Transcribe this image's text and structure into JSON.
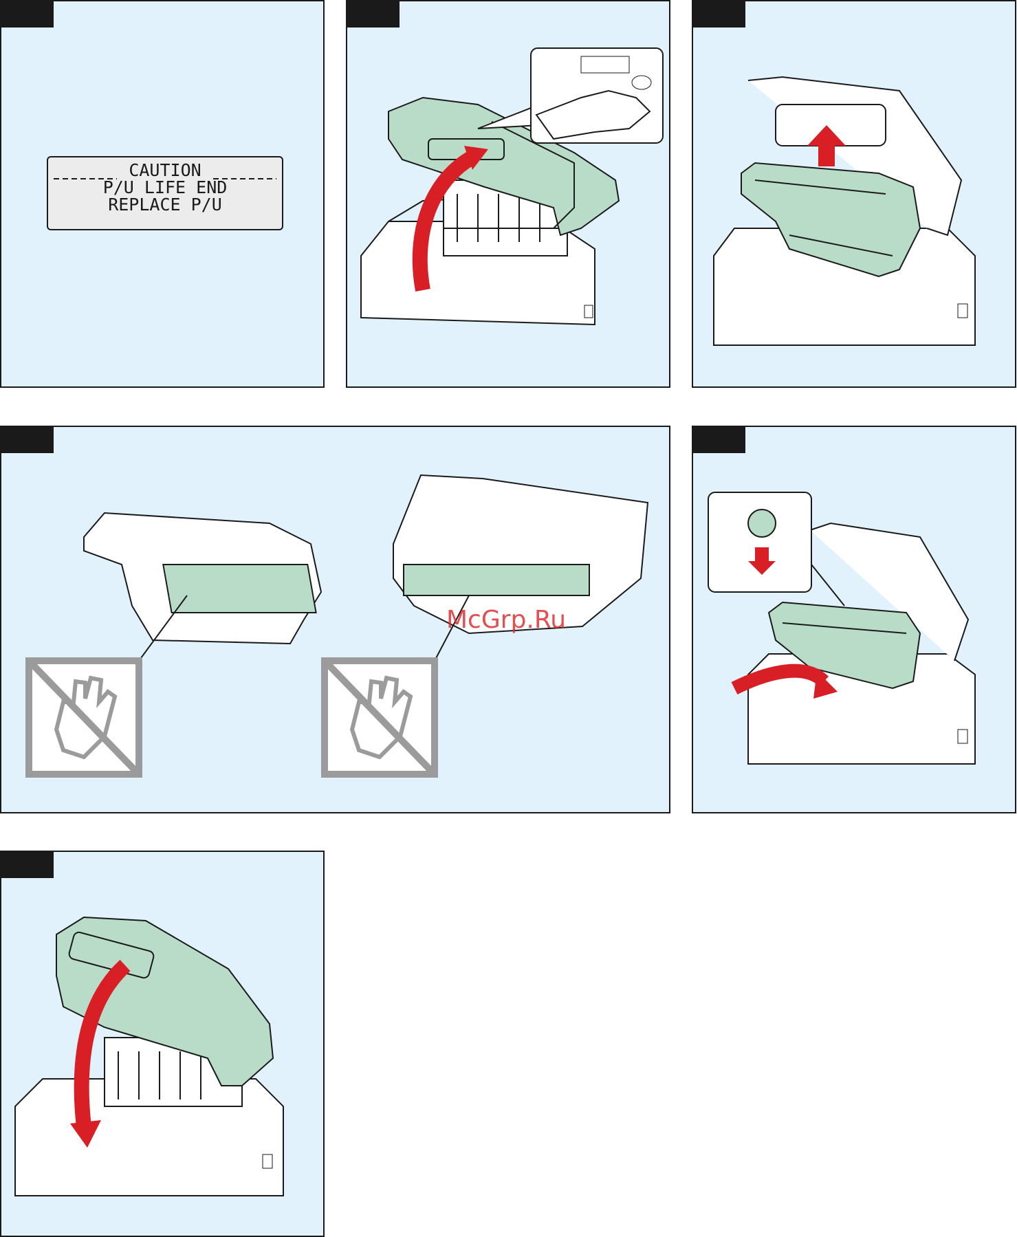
{
  "lcd": {
    "line1": "CAUTION",
    "line2": "P/U LIFE END",
    "line3": "REPLACE P/U"
  },
  "watermark": "McGrp.Ru",
  "colors": {
    "panel_bg": "#e1f2fc",
    "tab": "#1a1a1a",
    "highlight_green": "#b9dcc9",
    "arrow_red": "#d81f26",
    "lcd_bg": "#ececec"
  },
  "icons": [
    "printer-open-cover",
    "lift-arrow-icon",
    "no-touch-icon",
    "drum-unit",
    "down-arrow-icon",
    "close-arrow-icon"
  ]
}
